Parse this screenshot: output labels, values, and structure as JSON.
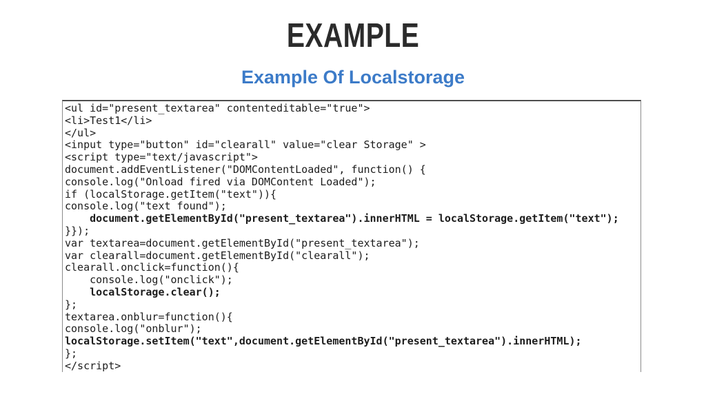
{
  "header": {
    "title": "EXAMPLE",
    "subtitle": "Example Of Localstorage"
  },
  "colors": {
    "title_text": "#2b2b2b",
    "subtitle_text": "#3c7bc8",
    "code_text": "#1c1c1c",
    "box_border_top": "#4d4d4d",
    "box_border_sides": "#8a8a8a",
    "background": "#ffffff"
  },
  "code": {
    "language": "html-javascript",
    "lines": [
      {
        "text": "<ul id=\"present_textarea\" contenteditable=\"true\">",
        "bold": false
      },
      {
        "text": "<li>Test1</li>",
        "bold": false
      },
      {
        "text": "</ul>",
        "bold": false
      },
      {
        "text": "<input type=\"button\" id=\"clearall\" value=\"clear Storage\" >",
        "bold": false
      },
      {
        "text": "<script type=\"text/javascript\">",
        "bold": false
      },
      {
        "text": "document.addEventListener(\"DOMContentLoaded\", function() {",
        "bold": false
      },
      {
        "text": "console.log(\"Onload fired via DOMContent Loaded\");",
        "bold": false
      },
      {
        "text": "if (localStorage.getItem(\"text\")){",
        "bold": false
      },
      {
        "text": "console.log(\"text found\");",
        "bold": false
      },
      {
        "text": "    document.getElementById(\"present_textarea\").innerHTML = localStorage.getItem(\"text\");",
        "bold": true
      },
      {
        "text": "}});",
        "bold": false
      },
      {
        "text": "var textarea=document.getElementById(\"present_textarea\");",
        "bold": false
      },
      {
        "text": "var clearall=document.getElementById(\"clearall\");",
        "bold": false
      },
      {
        "text": "clearall.onclick=function(){",
        "bold": false
      },
      {
        "text": "    console.log(\"onclick\");",
        "bold": false
      },
      {
        "text": "    localStorage.clear();",
        "bold": true
      },
      {
        "text": "};",
        "bold": false
      },
      {
        "text": "textarea.onblur=function(){",
        "bold": false
      },
      {
        "text": "console.log(\"onblur\");",
        "bold": false
      },
      {
        "text": "localStorage.setItem(\"text\",document.getElementById(\"present_textarea\").innerHTML);",
        "bold": true
      },
      {
        "text": "};",
        "bold": false
      },
      {
        "text": "</script>",
        "bold": false
      }
    ]
  }
}
